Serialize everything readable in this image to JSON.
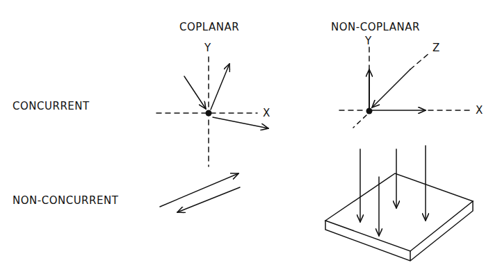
{
  "diagram": {
    "labels": [
      "COPLANAR",
      "NON-COPLANAR",
      "Y",
      "Y",
      "Z",
      "CONCURRENT",
      "X",
      "X",
      "NON-CONCURRENT"
    ]
  }
}
